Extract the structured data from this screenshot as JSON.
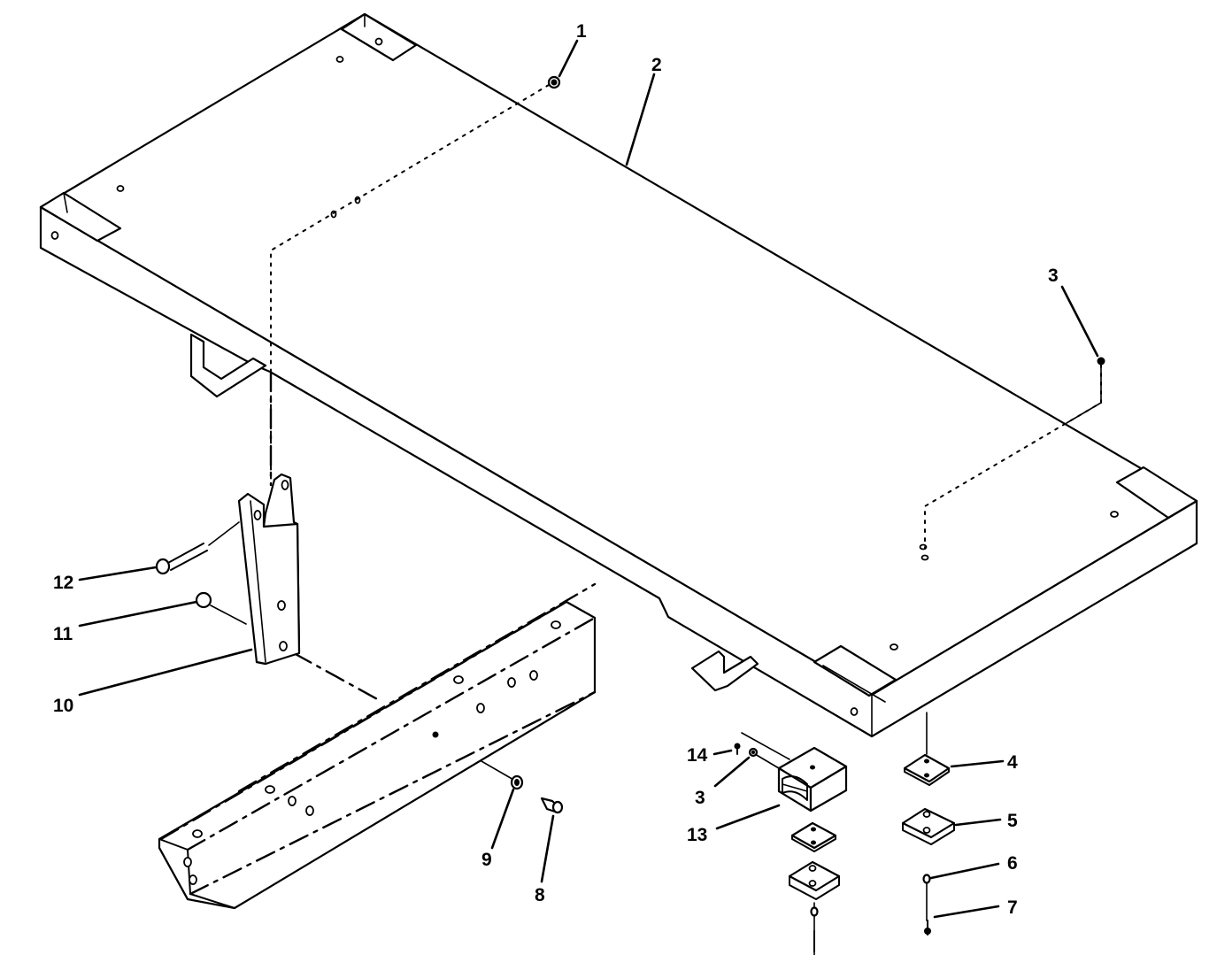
{
  "figure": {
    "callouts": [
      {
        "id": "c1",
        "label": "1"
      },
      {
        "id": "c2",
        "label": "2"
      },
      {
        "id": "c3a",
        "label": "3"
      },
      {
        "id": "c3b",
        "label": "3"
      },
      {
        "id": "c4",
        "label": "4"
      },
      {
        "id": "c5",
        "label": "5"
      },
      {
        "id": "c6",
        "label": "6"
      },
      {
        "id": "c7",
        "label": "7"
      },
      {
        "id": "c8",
        "label": "8"
      },
      {
        "id": "c9",
        "label": "9"
      },
      {
        "id": "c10",
        "label": "10"
      },
      {
        "id": "c11",
        "label": "11"
      },
      {
        "id": "c12",
        "label": "12"
      },
      {
        "id": "c13",
        "label": "13"
      },
      {
        "id": "c14",
        "label": "14"
      }
    ]
  }
}
